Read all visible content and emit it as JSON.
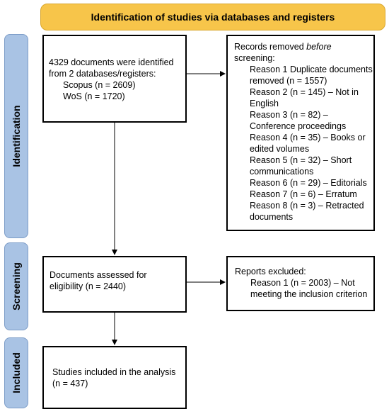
{
  "header": {
    "title": "Identification of studies via databases and registers"
  },
  "phases": {
    "identification": "Identification",
    "screening": "Screening",
    "included": "Included"
  },
  "boxes": {
    "identified": {
      "line1": "4329 documents were identified",
      "line2": "from 2 databases/registers:",
      "scopus": "Scopus (n = 2609)",
      "wos": "WoS (n = 1720)"
    },
    "removed": {
      "title_prefix": "Records removed ",
      "title_italic": "before",
      "title_suffix": "screening",
      "title_colon": ":",
      "reasons": [
        [
          "Reason 1 Duplicate documents",
          "removed (n = 1557)"
        ],
        [
          "Reason 2 (n = 145) – Not in",
          "English"
        ],
        [
          "Reason 3 (n = 82) –",
          "Conference proceedings"
        ],
        [
          "Reason 4 (n = 35) – Books or",
          "edited volumes"
        ],
        [
          "Reason 5 (n = 32) – Short",
          "communications"
        ],
        [
          "Reason 6 (n = 29) – Editorials"
        ],
        [
          "Reason 7 (n = 6) – Erratum"
        ],
        [
          "Reason 8 (n = 3) – Retracted",
          "documents"
        ]
      ]
    },
    "assessed": {
      "line1": "Documents assessed for",
      "line2": "eligibility (n = 2440)"
    },
    "excluded": {
      "title": "Reports excluded:",
      "line1": "Reason 1 (n = 2003) – Not",
      "line2": "meeting the inclusion criterion"
    },
    "included": {
      "line1": "Studies included in the analysis",
      "line2": "(n = 437)"
    }
  }
}
